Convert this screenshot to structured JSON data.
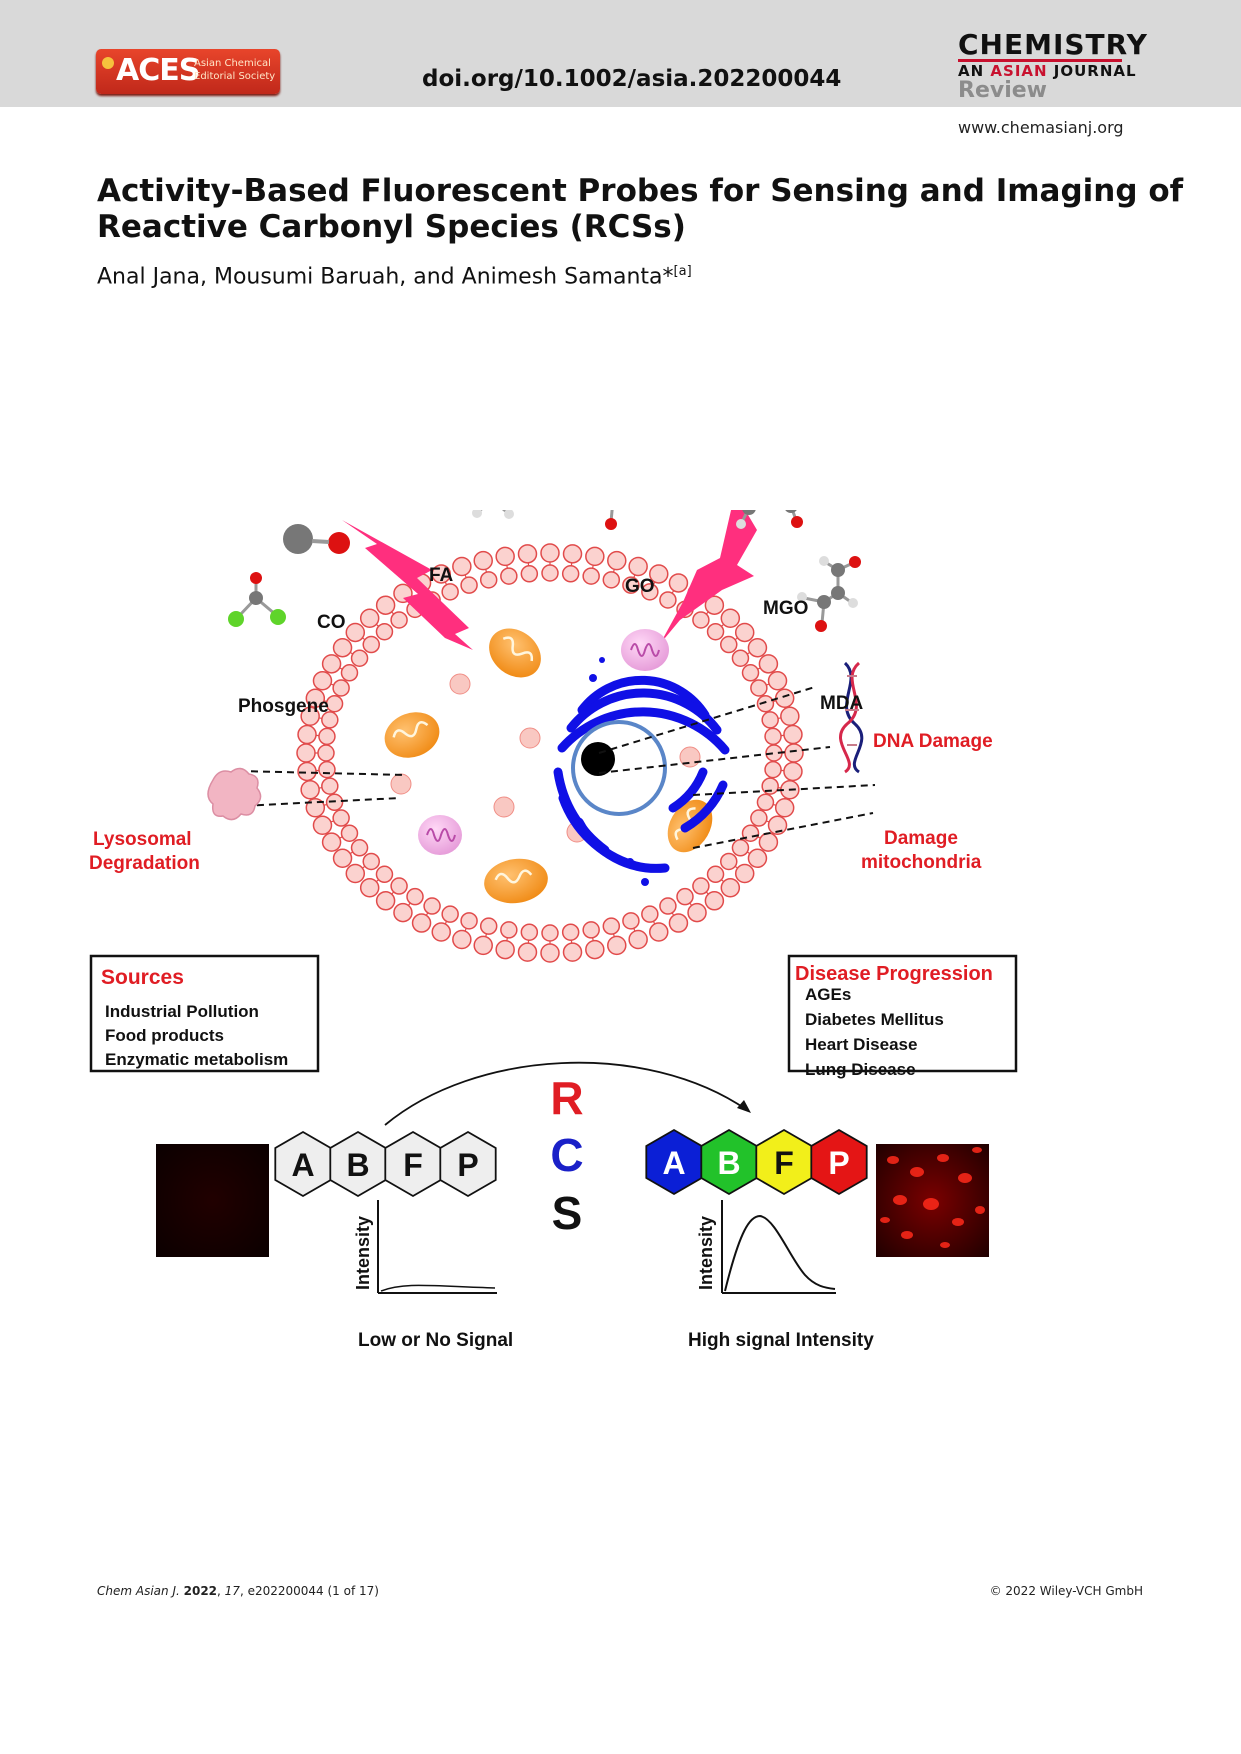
{
  "header": {
    "logo_main": "ACES",
    "logo_sub1": "Asian Chemical",
    "logo_sub2": "Editorial Society",
    "doi": "doi.org/10.1002/asia.202200044",
    "journal_line1": "CHEMISTRY",
    "journal_line2_a": "AN",
    "journal_line2_b": "ASIAN",
    "journal_line2_c": "JOURNAL",
    "article_type": "Review",
    "website": "www.chemasianj.org"
  },
  "article": {
    "title_line1": "Activity-Based Fluorescent Probes for Sensing and Imaging of",
    "title_line2": "Reactive Carbonyl Species (RCSs)",
    "authors": "Anal Jana, Mousumi Baruah, and Animesh Samanta*",
    "affiliation_mark": "[a]"
  },
  "figure": {
    "molecules": {
      "fa": "FA",
      "go": "GO",
      "co": "CO",
      "mgo": "MGO",
      "phosgene": "Phosgene",
      "mda": "MDA"
    },
    "callouts": {
      "dna": "DNA Damage",
      "lyso_1": "Lysosomal",
      "lyso_2": "Degradation",
      "mito_1": "Damage",
      "mito_2": "mitochondria"
    },
    "sources": {
      "title": "Sources",
      "items": [
        "Industrial Pollution",
        "Food products",
        "Enzymatic metabolism"
      ]
    },
    "disease": {
      "title": "Disease Progression",
      "items": [
        "AGEs",
        "Diabetes Mellitus",
        "Heart Disease",
        "Lung Disease"
      ]
    },
    "rcs": [
      "R",
      "C",
      "S"
    ],
    "probe_letters": [
      "A",
      "B",
      "F",
      "P"
    ],
    "probe_colors_on": [
      "#0b1fd6",
      "#22c22a",
      "#f2ef1a",
      "#e41515"
    ],
    "axis_label": "Intensity",
    "low_caption": "Low or No Signal",
    "high_caption": "High signal Intensity",
    "colors": {
      "red_text": "#e01d24",
      "magenta_bolt": "#ff2a7a",
      "blue_er": "#1010e6"
    }
  },
  "footer": {
    "citation_journal": "Chem Asian J.",
    "citation_year": "2022",
    "citation_volume": "17",
    "citation_rest": ", e202200044 (1 of 17)",
    "copyright": "© 2022 Wiley-VCH GmbH"
  }
}
